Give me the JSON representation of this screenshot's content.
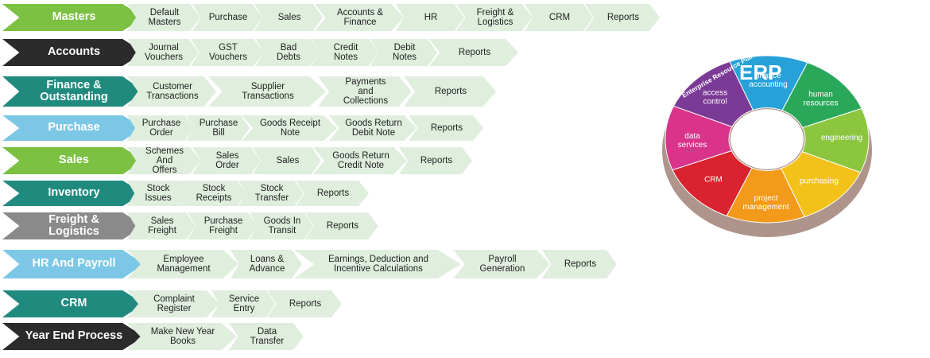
{
  "rows": [
    {
      "label": "Masters",
      "color": "#7cc142",
      "items": [
        "Default\nMasters",
        "Purchase",
        "Sales",
        "Accounts &\nFinance",
        "HR",
        "Freight &\nLogistics",
        "CRM",
        "Reports"
      ]
    },
    {
      "label": "Accounts",
      "color": "#2b2b2b",
      "items": [
        "Journal\nVouchers",
        "GST\nVouchers",
        "Bad\nDebts",
        "Credit\nNotes",
        "Debit\nNotes",
        "Reports"
      ]
    },
    {
      "label": "Finance &\nOutstanding",
      "color": "#208a7e",
      "items": [
        "Customer\nTransactions",
        "Supplier\nTransactions",
        "Payments\nand\nCollections",
        "Reports"
      ]
    },
    {
      "label": "Purchase",
      "color": "#7dc7e6",
      "items": [
        "Purchase\nOrder",
        "Purchase\nBill",
        "Goods Receipt\nNote",
        "Goods Return\nDebit Note",
        "Reports"
      ]
    },
    {
      "label": "Sales",
      "color": "#7cc142",
      "items": [
        "Schemes And\nOffers",
        "Sales\nOrder",
        "Sales",
        "Goods Return\nCredit Note",
        "Reports"
      ]
    },
    {
      "label": "Inventory",
      "color": "#208a7e",
      "items": [
        "Stock\nIssues",
        "Stock\nReceipts",
        "Stock\nTransfer",
        "Reports"
      ]
    },
    {
      "label": "Freight &\nLogistics",
      "color": "#8a8a8a",
      "items": [
        "Sales\nFreight",
        "Purchase\nFreight",
        "Goods In\nTransit",
        "Reports"
      ]
    },
    {
      "label": "HR And Payroll",
      "color": "#7dc7e6",
      "items": [
        "Employee\nManagement",
        "Loans &\nAdvance",
        "Earnings, Deduction and\nIncentive Calculations",
        "Payroll\nGeneration",
        "Reports"
      ]
    },
    {
      "label": "CRM",
      "color": "#208a7e",
      "items": [
        "Complaint\nRegister",
        "Service\nEntry",
        "Reports"
      ]
    },
    {
      "label": "Year End Process",
      "color": "#2b2b2b",
      "items": [
        "Make New Year\nBooks",
        "Data\nTransfer"
      ]
    }
  ],
  "wheel": {
    "center_title": "ERP",
    "ring_title": "Enterprise Resource Planning",
    "segments": [
      "finance\naccounting",
      "human\nresources",
      "engineering",
      "purchasing",
      "project\nmanagement",
      "CRM",
      "data\nservices",
      "access\ncontrol"
    ]
  }
}
